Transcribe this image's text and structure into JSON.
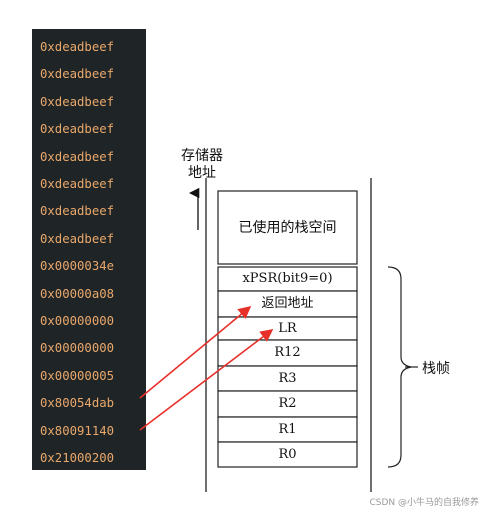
{
  "memory_dump": [
    "0xdeadbeef",
    "0xdeadbeef",
    "0xdeadbeef",
    "0xdeadbeef",
    "0xdeadbeef",
    "0xdeadbeef",
    "0xdeadbeef",
    "0xdeadbeef",
    "0x0000034e",
    "0x00000a08",
    "0x00000000",
    "0x00000000",
    "0x00000005",
    "0x80054dab",
    "0x80091140",
    "0x21000200"
  ],
  "axis_label": [
    "存储器",
    "地址"
  ],
  "stack_cells": [
    {
      "label": "已使用的栈空间"
    },
    {
      "label": "xPSR(bit9=0)"
    },
    {
      "label": "返回地址"
    },
    {
      "label": "LR"
    },
    {
      "label": "R12"
    },
    {
      "label": "R3"
    },
    {
      "label": "R2"
    },
    {
      "label": "R1"
    },
    {
      "label": "R0"
    }
  ],
  "frame_label": "栈帧",
  "watermark": "CSDN @小牛马的自我修养",
  "colors": {
    "dump_background": "#1f2427",
    "dump_text": "#e9a86b",
    "arrow": "#e8302a"
  }
}
